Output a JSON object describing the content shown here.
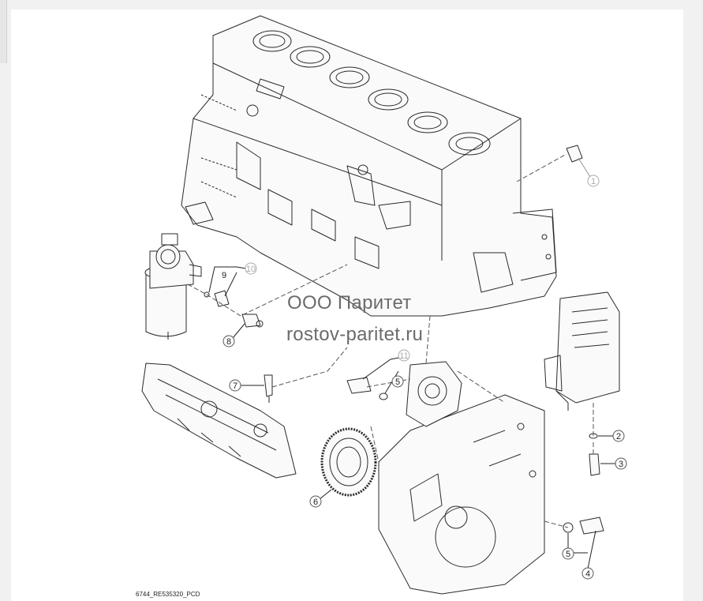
{
  "watermark": {
    "line1": "ООО Паритет",
    "line2": "rostov-paritet.ru"
  },
  "figure_code": "6744_RE535320_PCD",
  "callouts": [
    {
      "id": "c1",
      "label": "1",
      "faded": true
    },
    {
      "id": "c2",
      "label": "2",
      "faded": false
    },
    {
      "id": "c3",
      "label": "3",
      "faded": false
    },
    {
      "id": "c4",
      "label": "4",
      "faded": false
    },
    {
      "id": "c5a",
      "label": "5",
      "faded": false
    },
    {
      "id": "c5b",
      "label": "5",
      "faded": false
    },
    {
      "id": "c6",
      "label": "6",
      "faded": false
    },
    {
      "id": "c7",
      "label": "7",
      "faded": false
    },
    {
      "id": "c8",
      "label": "8",
      "faded": false
    },
    {
      "id": "c9",
      "label": "9",
      "faded": true
    },
    {
      "id": "c10",
      "label": "10",
      "faded": false
    },
    {
      "id": "c11",
      "label": "11",
      "faded": true
    }
  ]
}
